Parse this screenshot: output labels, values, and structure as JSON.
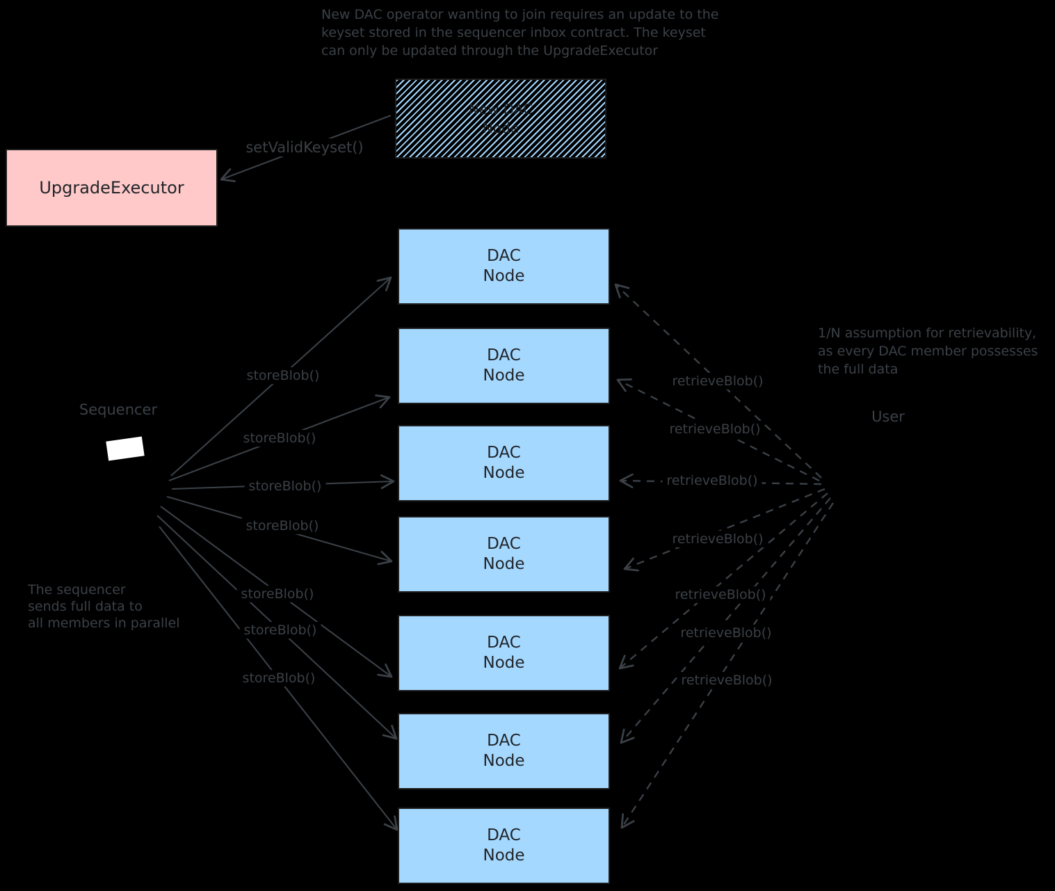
{
  "colors": {
    "background": "#000000",
    "ink": "#3b4147",
    "box_border": "#1e1e1e",
    "box_text": "#212529",
    "dac_node_fill": "#a5d8ff",
    "upgrade_executor_fill": "#ffc9c9",
    "hatch_stripe": "#a5d8ff",
    "sequencer_shape_fill": "#ffffff"
  },
  "notes": {
    "top": {
      "lines": [
        "New DAC operator wanting to join requires an update to the",
        "keyset stored in the sequencer inbox contract. The keyset",
        "can only be updated through the UpgradeExecutor"
      ]
    },
    "left": {
      "lines": [
        "The sequencer",
        "sends full data to",
        "all members in parallel"
      ]
    },
    "right": {
      "lines": [
        "1/N assumption for retrievability,",
        "as every DAC member possesses",
        "the full data"
      ]
    }
  },
  "nodes": {
    "upgrade_executor": {
      "label": "UpgradeExecutor"
    },
    "new_dac_node": {
      "line1": "New DAC",
      "line2": "Node"
    },
    "sequencer": {
      "label": "Sequencer"
    },
    "user": {
      "label": "User"
    },
    "dac_nodes": [
      {
        "line1": "DAC",
        "line2": "Node"
      },
      {
        "line1": "DAC",
        "line2": "Node"
      },
      {
        "line1": "DAC",
        "line2": "Node"
      },
      {
        "line1": "DAC",
        "line2": "Node"
      },
      {
        "line1": "DAC",
        "line2": "Node"
      },
      {
        "line1": "DAC",
        "line2": "Node"
      },
      {
        "line1": "DAC",
        "line2": "Node"
      }
    ]
  },
  "edges": {
    "set_valid_keyset_label": "setValidKeyset()",
    "store_blob_labels": [
      "storeBlob()",
      "storeBlob()",
      "storeBlob()",
      "storeBlob()",
      "storeBlob()",
      "storeBlob()",
      "storeBlob()"
    ],
    "retrieve_blob_labels": [
      "retrieveBlob()",
      "retrieveBlob()",
      "retrieveBlob()",
      "retrieveBlob()",
      "retrieveBlob()",
      "retrieveBlob()",
      "retrieveBlob()"
    ]
  }
}
